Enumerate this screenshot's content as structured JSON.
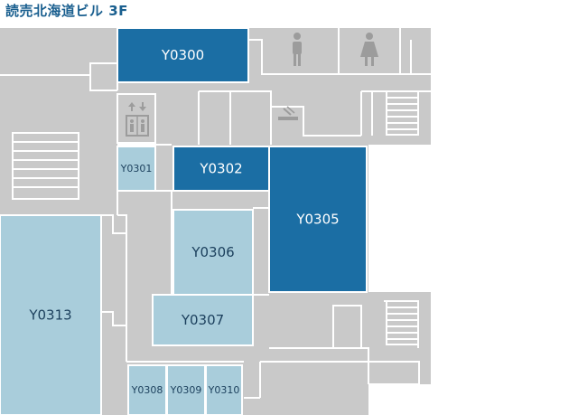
{
  "title": "読売北海道ビル 3F",
  "colors": {
    "background": "#c9c9c9",
    "wall": "#ffffff",
    "room_dark": "#1b6ea4",
    "room_light": "#a9cddb",
    "text_on_dark": "#ffffff",
    "text_on_light": "#1b3f5c",
    "icon": "#9c9c9c"
  },
  "rooms": [
    {
      "id": "Y0300",
      "label": "Y0300",
      "shade": "dark"
    },
    {
      "id": "Y0301",
      "label": "Y0301",
      "shade": "light"
    },
    {
      "id": "Y0302",
      "label": "Y0302",
      "shade": "dark"
    },
    {
      "id": "Y0305",
      "label": "Y0305",
      "shade": "dark"
    },
    {
      "id": "Y0306",
      "label": "Y0306",
      "shade": "light"
    },
    {
      "id": "Y0307",
      "label": "Y0307",
      "shade": "light"
    },
    {
      "id": "Y0308",
      "label": "Y0308",
      "shade": "light"
    },
    {
      "id": "Y0309",
      "label": "Y0309",
      "shade": "light"
    },
    {
      "id": "Y0310",
      "label": "Y0310",
      "shade": "light"
    },
    {
      "id": "Y0313",
      "label": "Y0313",
      "shade": "light"
    }
  ],
  "icons": [
    "male-toilet-icon",
    "female-toilet-icon",
    "elevator-icon",
    "smoking-area-icon",
    "stairs-icon"
  ]
}
